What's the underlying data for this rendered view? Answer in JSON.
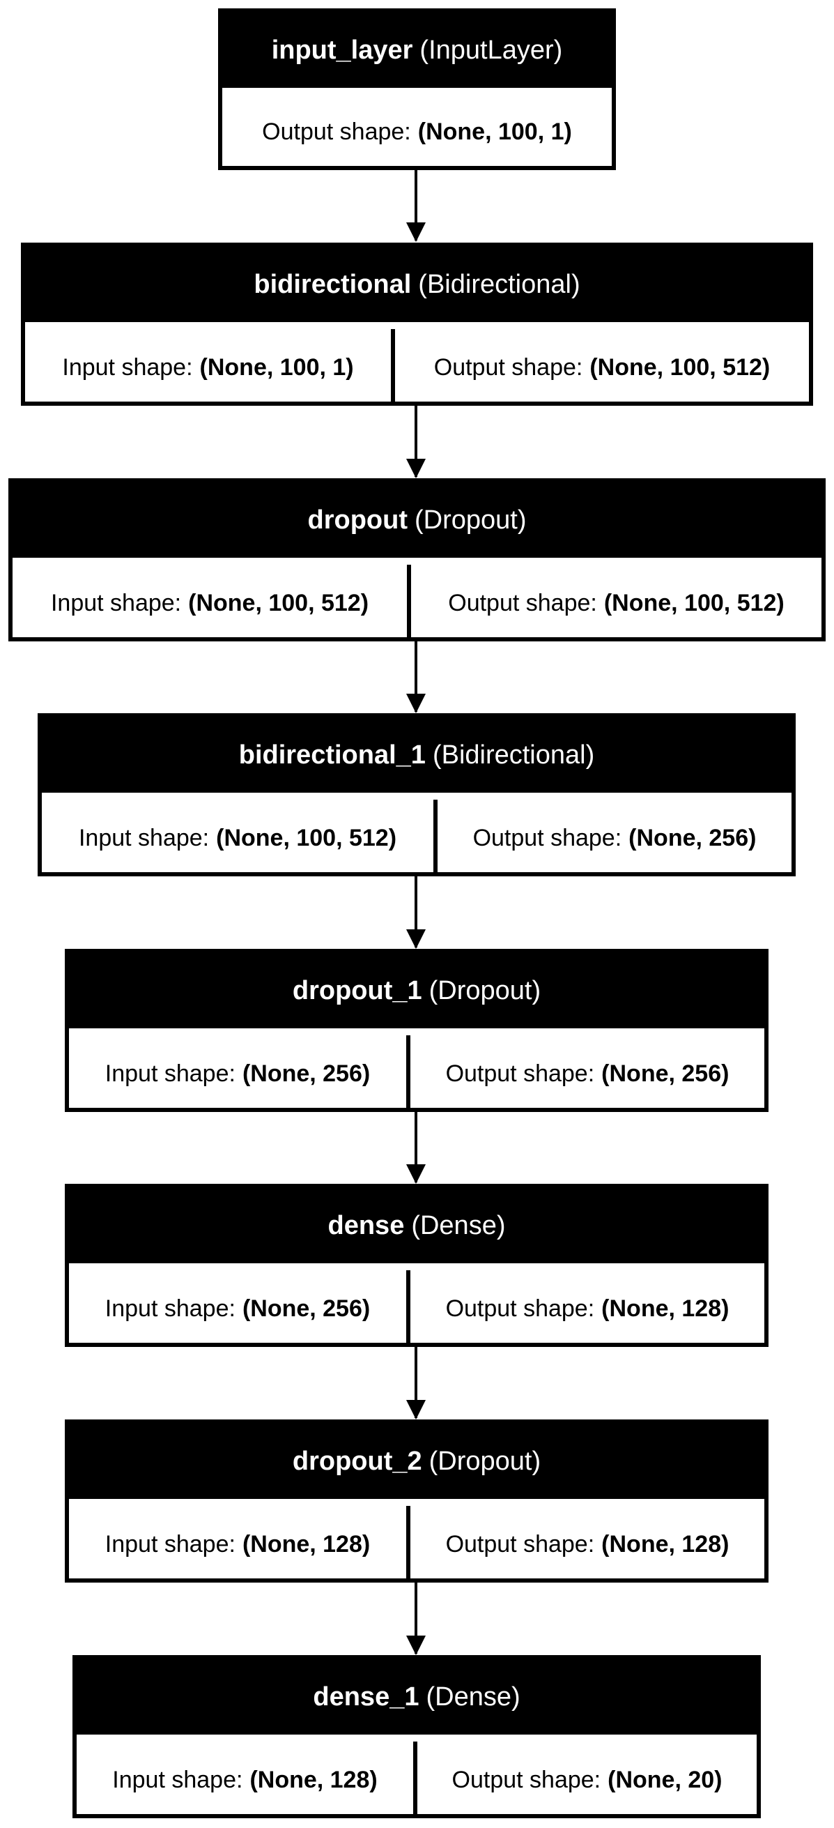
{
  "diagram": {
    "layers": [
      {
        "name": "input_layer",
        "type": "(InputLayer)",
        "output_label": "Output shape:",
        "output_shape": "(None, 100, 1)"
      },
      {
        "name": "bidirectional",
        "type": "(Bidirectional)",
        "input_label": "Input shape:",
        "input_shape": "(None, 100, 1)",
        "output_label": "Output shape:",
        "output_shape": "(None, 100, 512)"
      },
      {
        "name": "dropout",
        "type": "(Dropout)",
        "input_label": "Input shape:",
        "input_shape": "(None, 100, 512)",
        "output_label": "Output shape:",
        "output_shape": "(None, 100, 512)"
      },
      {
        "name": "bidirectional_1",
        "type": "(Bidirectional)",
        "input_label": "Input shape:",
        "input_shape": "(None, 100, 512)",
        "output_label": "Output shape:",
        "output_shape": "(None, 256)"
      },
      {
        "name": "dropout_1",
        "type": "(Dropout)",
        "input_label": "Input shape:",
        "input_shape": "(None, 256)",
        "output_label": "Output shape:",
        "output_shape": "(None, 256)"
      },
      {
        "name": "dense",
        "type": "(Dense)",
        "input_label": "Input shape:",
        "input_shape": "(None, 256)",
        "output_label": "Output shape:",
        "output_shape": "(None, 128)"
      },
      {
        "name": "dropout_2",
        "type": "(Dropout)",
        "input_label": "Input shape:",
        "input_shape": "(None, 128)",
        "output_label": "Output shape:",
        "output_shape": "(None, 128)"
      },
      {
        "name": "dense_1",
        "type": "(Dense)",
        "input_label": "Input shape:",
        "input_shape": "(None, 128)",
        "output_label": "Output shape:",
        "output_shape": "(None, 20)"
      }
    ]
  }
}
